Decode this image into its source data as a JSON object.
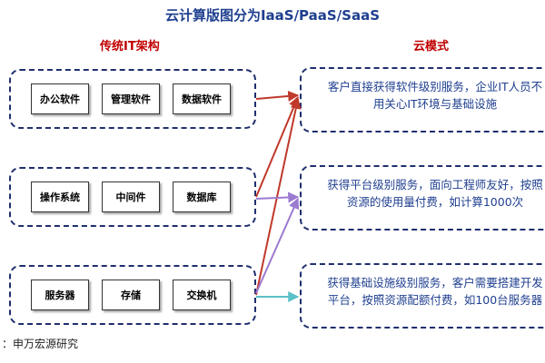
{
  "title": "云计算版图分为IaaS/PaaS/SaaS",
  "left_header": "传统IT架构",
  "right_header": "云模式",
  "left_groups": [
    {
      "items": [
        "办公软件",
        "管理软件",
        "数据软件"
      ]
    },
    {
      "items": [
        "操作系统",
        "中间件",
        "数据库"
      ]
    },
    {
      "items": [
        "服务器",
        "存储",
        "交换机"
      ]
    }
  ],
  "right_groups": [
    {
      "line1": "客户直接获得软件级别服务，企业IT人员不",
      "line2": "用关心IT环境与基础设施"
    },
    {
      "line1": "获得平台级别服务，面向工程师友好，按照",
      "line2": "资源的使用量付费，如计算1000次"
    },
    {
      "line1": "获得基础设施级别服务，客户需要搭建开发",
      "line2": "平台，按照资源配额付费，如100台服务器"
    }
  ],
  "colors": {
    "title": "#1f3f8f",
    "header": "#c00000",
    "border": "#1f2e6e",
    "line_saas": "#c0392b",
    "line_paas": "#9b7ad0",
    "line_iaas": "#5bc0c8"
  },
  "source": "：申万宏源研究"
}
